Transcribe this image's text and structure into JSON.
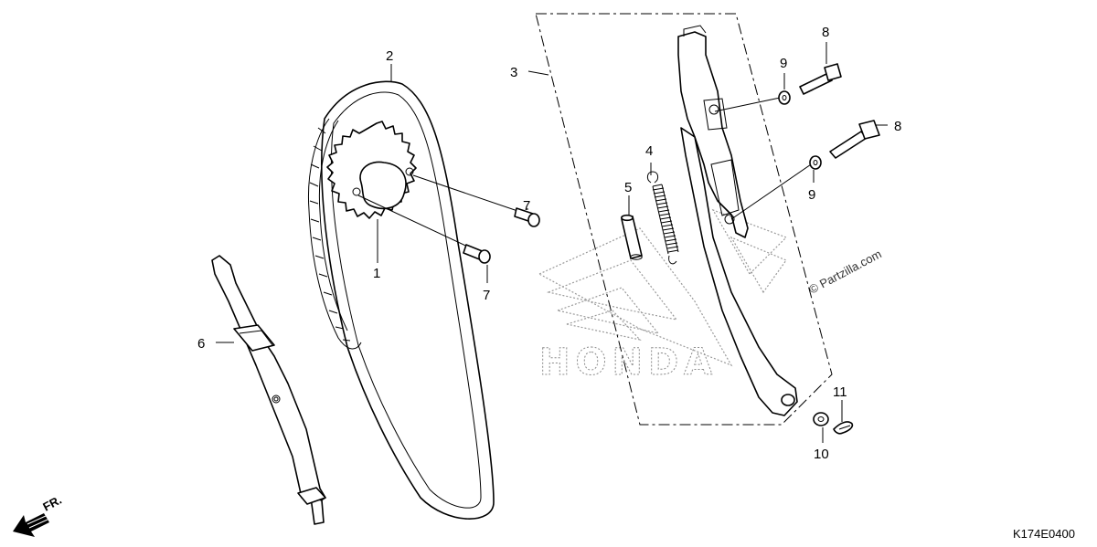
{
  "callouts": [
    {
      "id": "callout-1",
      "label": "1"
    },
    {
      "id": "callout-2",
      "label": "2"
    },
    {
      "id": "callout-3",
      "label": "3"
    },
    {
      "id": "callout-4",
      "label": "4"
    },
    {
      "id": "callout-5",
      "label": "5"
    },
    {
      "id": "callout-6",
      "label": "6"
    },
    {
      "id": "callout-7a",
      "label": "7"
    },
    {
      "id": "callout-7b",
      "label": "7"
    },
    {
      "id": "callout-8a",
      "label": "8"
    },
    {
      "id": "callout-8b",
      "label": "8"
    },
    {
      "id": "callout-9a",
      "label": "9"
    },
    {
      "id": "callout-9b",
      "label": "9"
    },
    {
      "id": "callout-10",
      "label": "10"
    },
    {
      "id": "callout-11",
      "label": "11"
    }
  ],
  "watermark": {
    "brand": "HONDA",
    "copyright": "© Partzilla.com"
  },
  "diagram_code": "K174E0400",
  "direction_label": "FR."
}
